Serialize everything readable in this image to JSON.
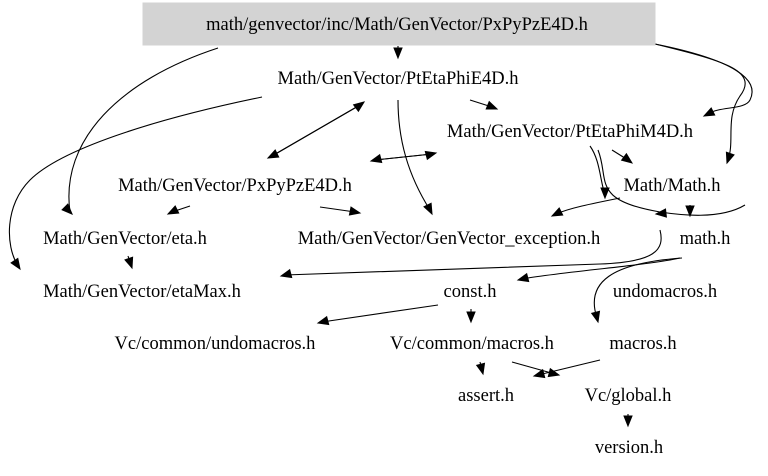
{
  "graph": {
    "root": "math/genvector/inc/Math/GenVector/PxPyPzE4D.h",
    "nodes": [
      {
        "id": "root",
        "label": "math/genvector/inc/Math/GenVector/PxPyPzE4D.h",
        "highlighted": true
      },
      {
        "id": "ptetaphie4d",
        "label": "Math/GenVector/PtEtaPhiE4D.h"
      },
      {
        "id": "ptetaphim4d",
        "label": "Math/GenVector/PtEtaPhiM4D.h"
      },
      {
        "id": "pxpypze4d",
        "label": "Math/GenVector/PxPyPzE4D.h"
      },
      {
        "id": "math_math",
        "label": "Math/Math.h"
      },
      {
        "id": "eta",
        "label": "Math/GenVector/eta.h"
      },
      {
        "id": "exception",
        "label": "Math/GenVector/GenVector_exception.h"
      },
      {
        "id": "math",
        "label": "math.h"
      },
      {
        "id": "etamax",
        "label": "Math/GenVector/etaMax.h"
      },
      {
        "id": "const",
        "label": "const.h"
      },
      {
        "id": "undomacros",
        "label": "undomacros.h"
      },
      {
        "id": "vc_undomacros",
        "label": "Vc/common/undomacros.h"
      },
      {
        "id": "vc_macros",
        "label": "Vc/common/macros.h"
      },
      {
        "id": "macros",
        "label": "macros.h"
      },
      {
        "id": "assert",
        "label": "assert.h"
      },
      {
        "id": "vc_global",
        "label": "Vc/global.h"
      },
      {
        "id": "version",
        "label": "version.h"
      }
    ],
    "edges": [
      {
        "from": "root",
        "to": "ptetaphie4d"
      },
      {
        "from": "root",
        "to": "eta"
      },
      {
        "from": "root",
        "to": "math_math"
      },
      {
        "from": "root",
        "to": "math"
      },
      {
        "from": "ptetaphie4d",
        "to": "ptetaphim4d"
      },
      {
        "from": "ptetaphie4d",
        "to": "pxpypze4d"
      },
      {
        "from": "ptetaphie4d",
        "to": "exception"
      },
      {
        "from": "ptetaphie4d",
        "to": "etamax"
      },
      {
        "from": "ptetaphim4d",
        "to": "pxpypze4d"
      },
      {
        "from": "ptetaphim4d",
        "to": "math_math"
      },
      {
        "from": "ptetaphim4d",
        "to": "exception"
      },
      {
        "from": "ptetaphim4d",
        "to": "math"
      },
      {
        "from": "pxpypze4d",
        "to": "ptetaphie4d"
      },
      {
        "from": "pxpypze4d",
        "to": "ptetaphim4d"
      },
      {
        "from": "pxpypze4d",
        "to": "eta"
      },
      {
        "from": "pxpypze4d",
        "to": "exception"
      },
      {
        "from": "math_math",
        "to": "exception"
      },
      {
        "from": "math_math",
        "to": "math"
      },
      {
        "from": "eta",
        "to": "etamax"
      },
      {
        "from": "math",
        "to": "etamax"
      },
      {
        "from": "math",
        "to": "const"
      },
      {
        "from": "math",
        "to": "macros"
      },
      {
        "from": "const",
        "to": "vc_undomacros"
      },
      {
        "from": "const",
        "to": "vc_macros"
      },
      {
        "from": "vc_macros",
        "to": "assert"
      },
      {
        "from": "vc_macros",
        "to": "vc_global"
      },
      {
        "from": "macros",
        "to": "assert"
      },
      {
        "from": "vc_global",
        "to": "version"
      }
    ]
  }
}
